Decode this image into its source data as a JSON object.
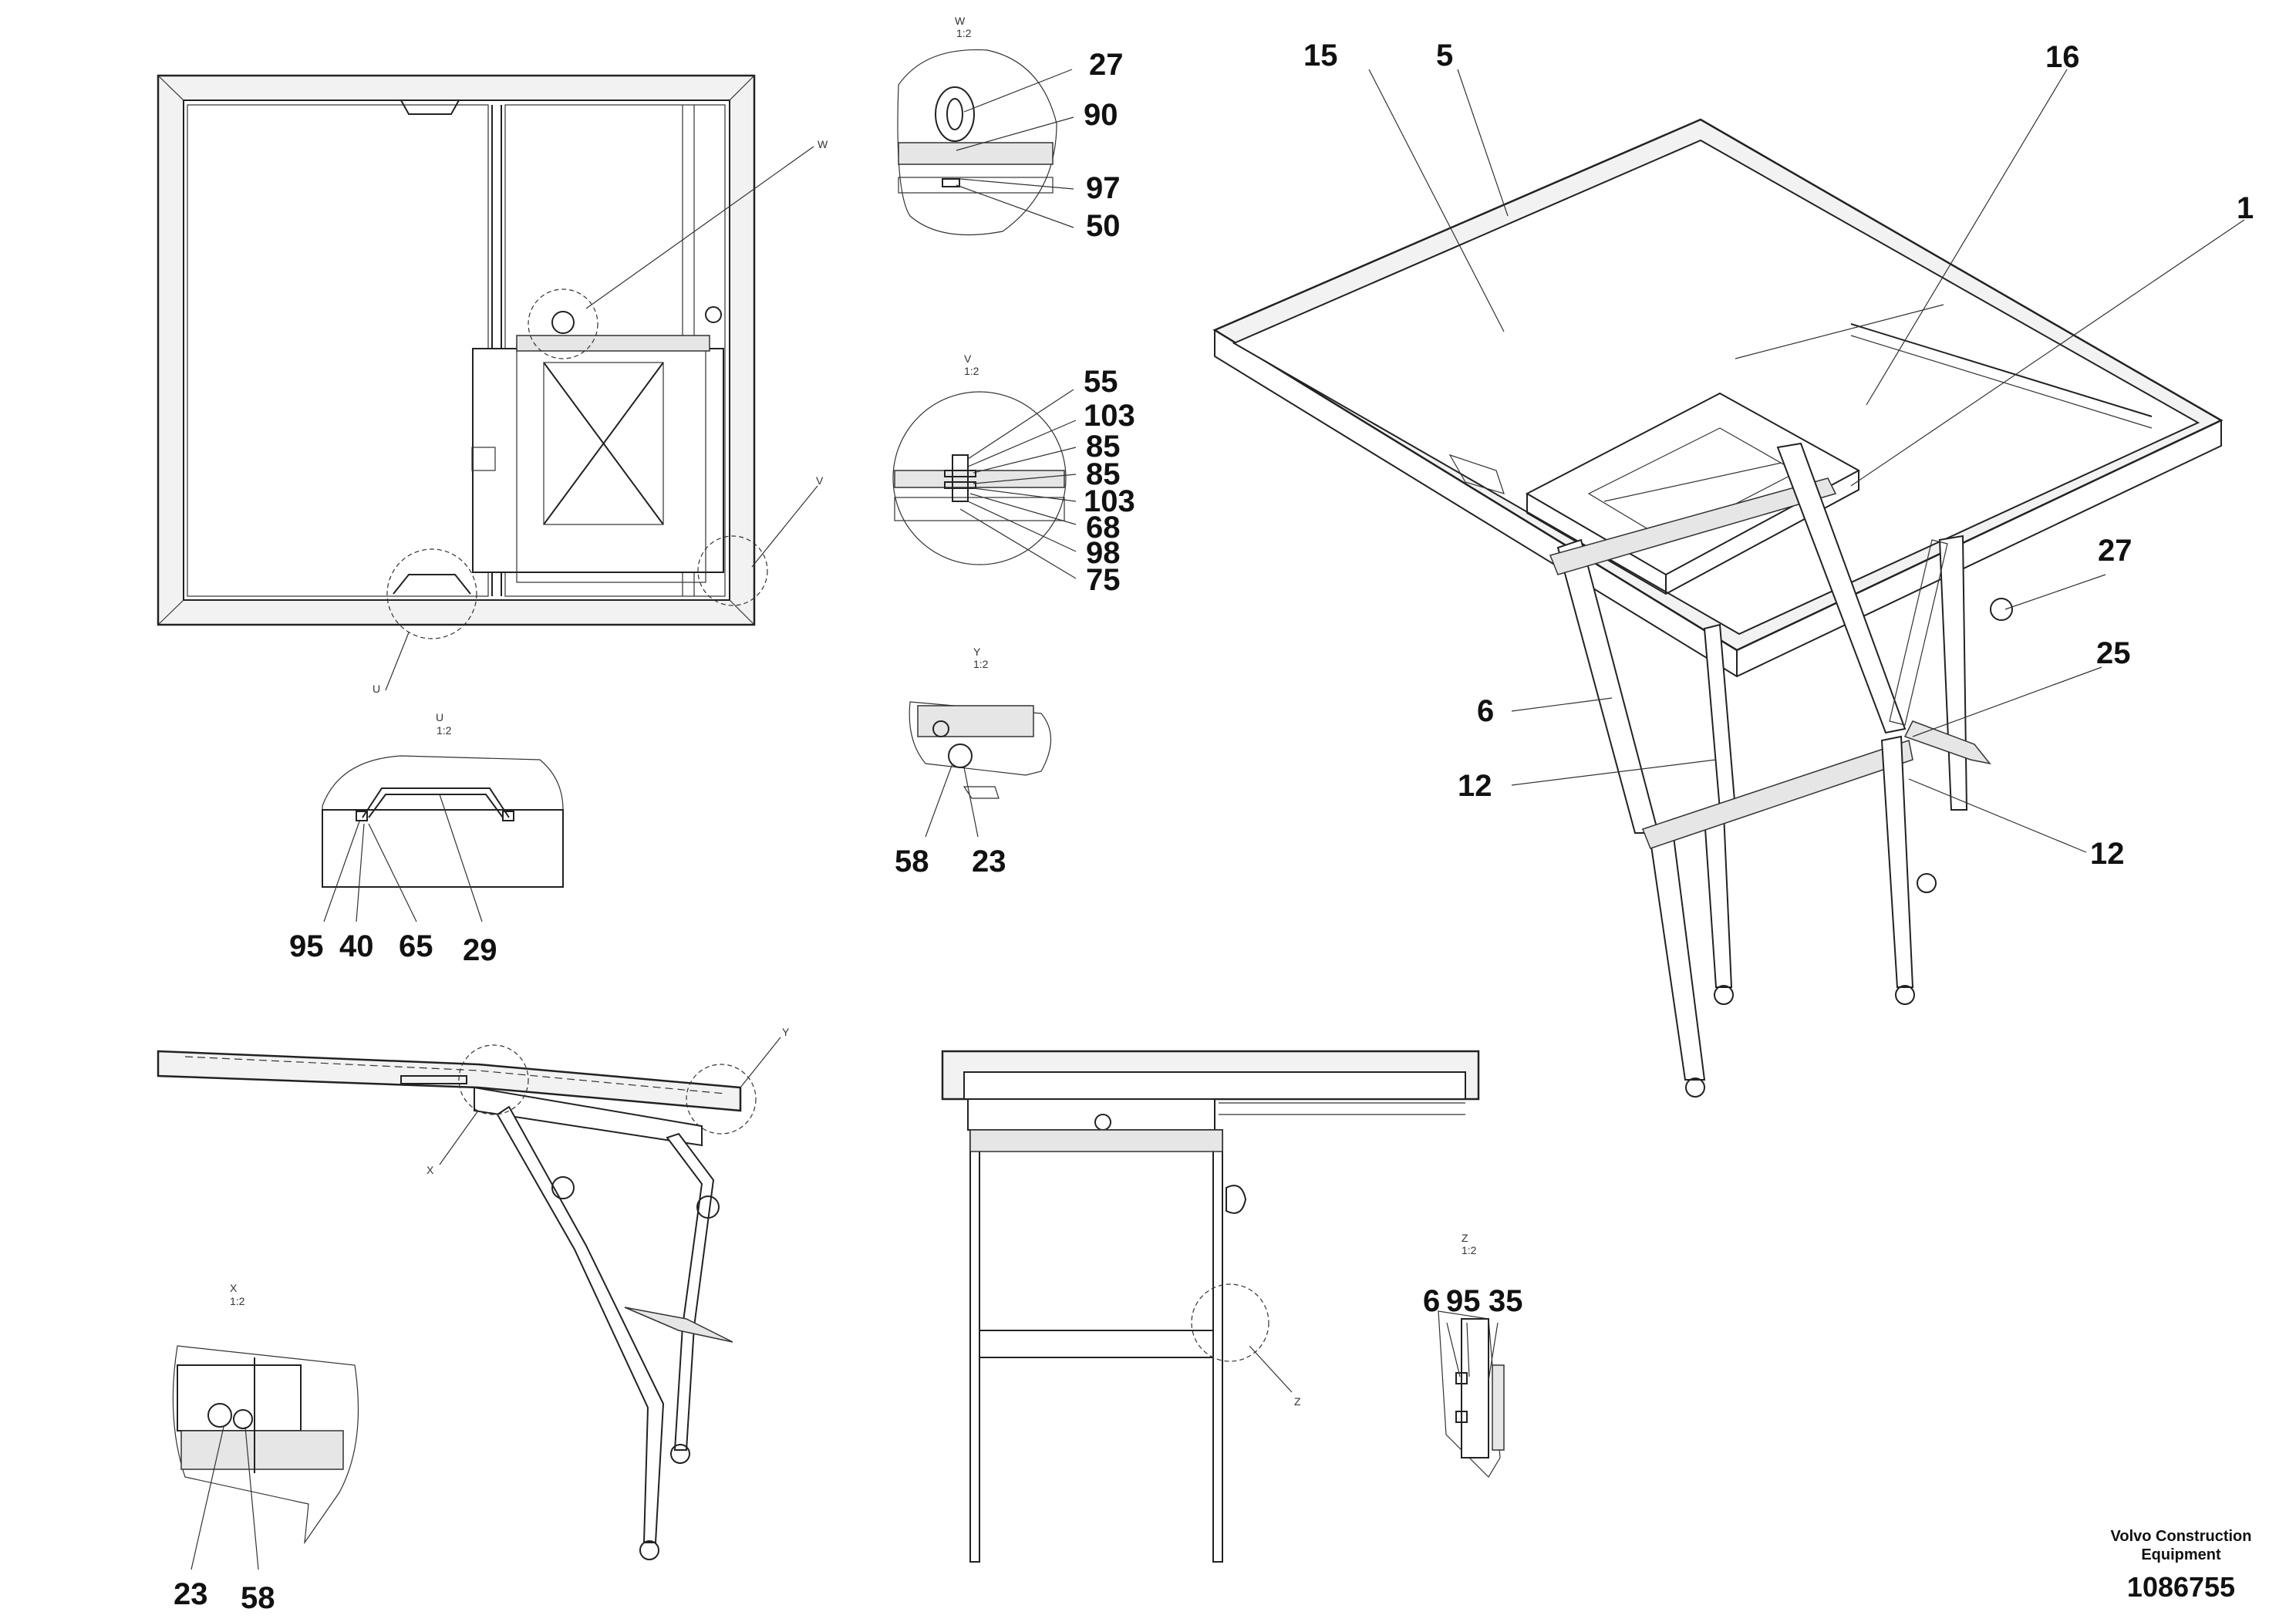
{
  "parts_callouts": {
    "iso_view": {
      "n15": "15",
      "n5": "5",
      "n16": "16",
      "n1": "1",
      "n27": "27",
      "n25": "25",
      "n6": "6",
      "n12a": "12",
      "n12b": "12"
    },
    "detail_w": {
      "title": "W",
      "scale": "1:2",
      "n27": "27",
      "n90": "90",
      "n97": "97",
      "n50": "50"
    },
    "detail_v": {
      "title": "V",
      "scale": "1:2",
      "n55": "55",
      "n103a": "103",
      "n85a": "85",
      "n85b": "85",
      "n103b": "103",
      "n68": "68",
      "n98": "98",
      "n75": "75"
    },
    "detail_y": {
      "title": "Y",
      "scale": "1:2",
      "n58": "58",
      "n23": "23"
    },
    "detail_u": {
      "title": "U",
      "scale": "1:2",
      "n95": "95",
      "n40": "40",
      "n65": "65",
      "n29": "29"
    },
    "detail_x": {
      "title": "X",
      "scale": "1:2",
      "n23": "23",
      "n58": "58"
    },
    "detail_z": {
      "title": "Z",
      "scale": "1:2",
      "n6": "6",
      "n95": "95",
      "n35": "35"
    },
    "view_markers": {
      "w": "W",
      "v": "V",
      "u": "U",
      "x": "X",
      "y": "Y",
      "z": "Z"
    }
  },
  "footer": {
    "company_line1": "Volvo Construction",
    "company_line2": "Equipment",
    "doc_number": "1086755"
  }
}
